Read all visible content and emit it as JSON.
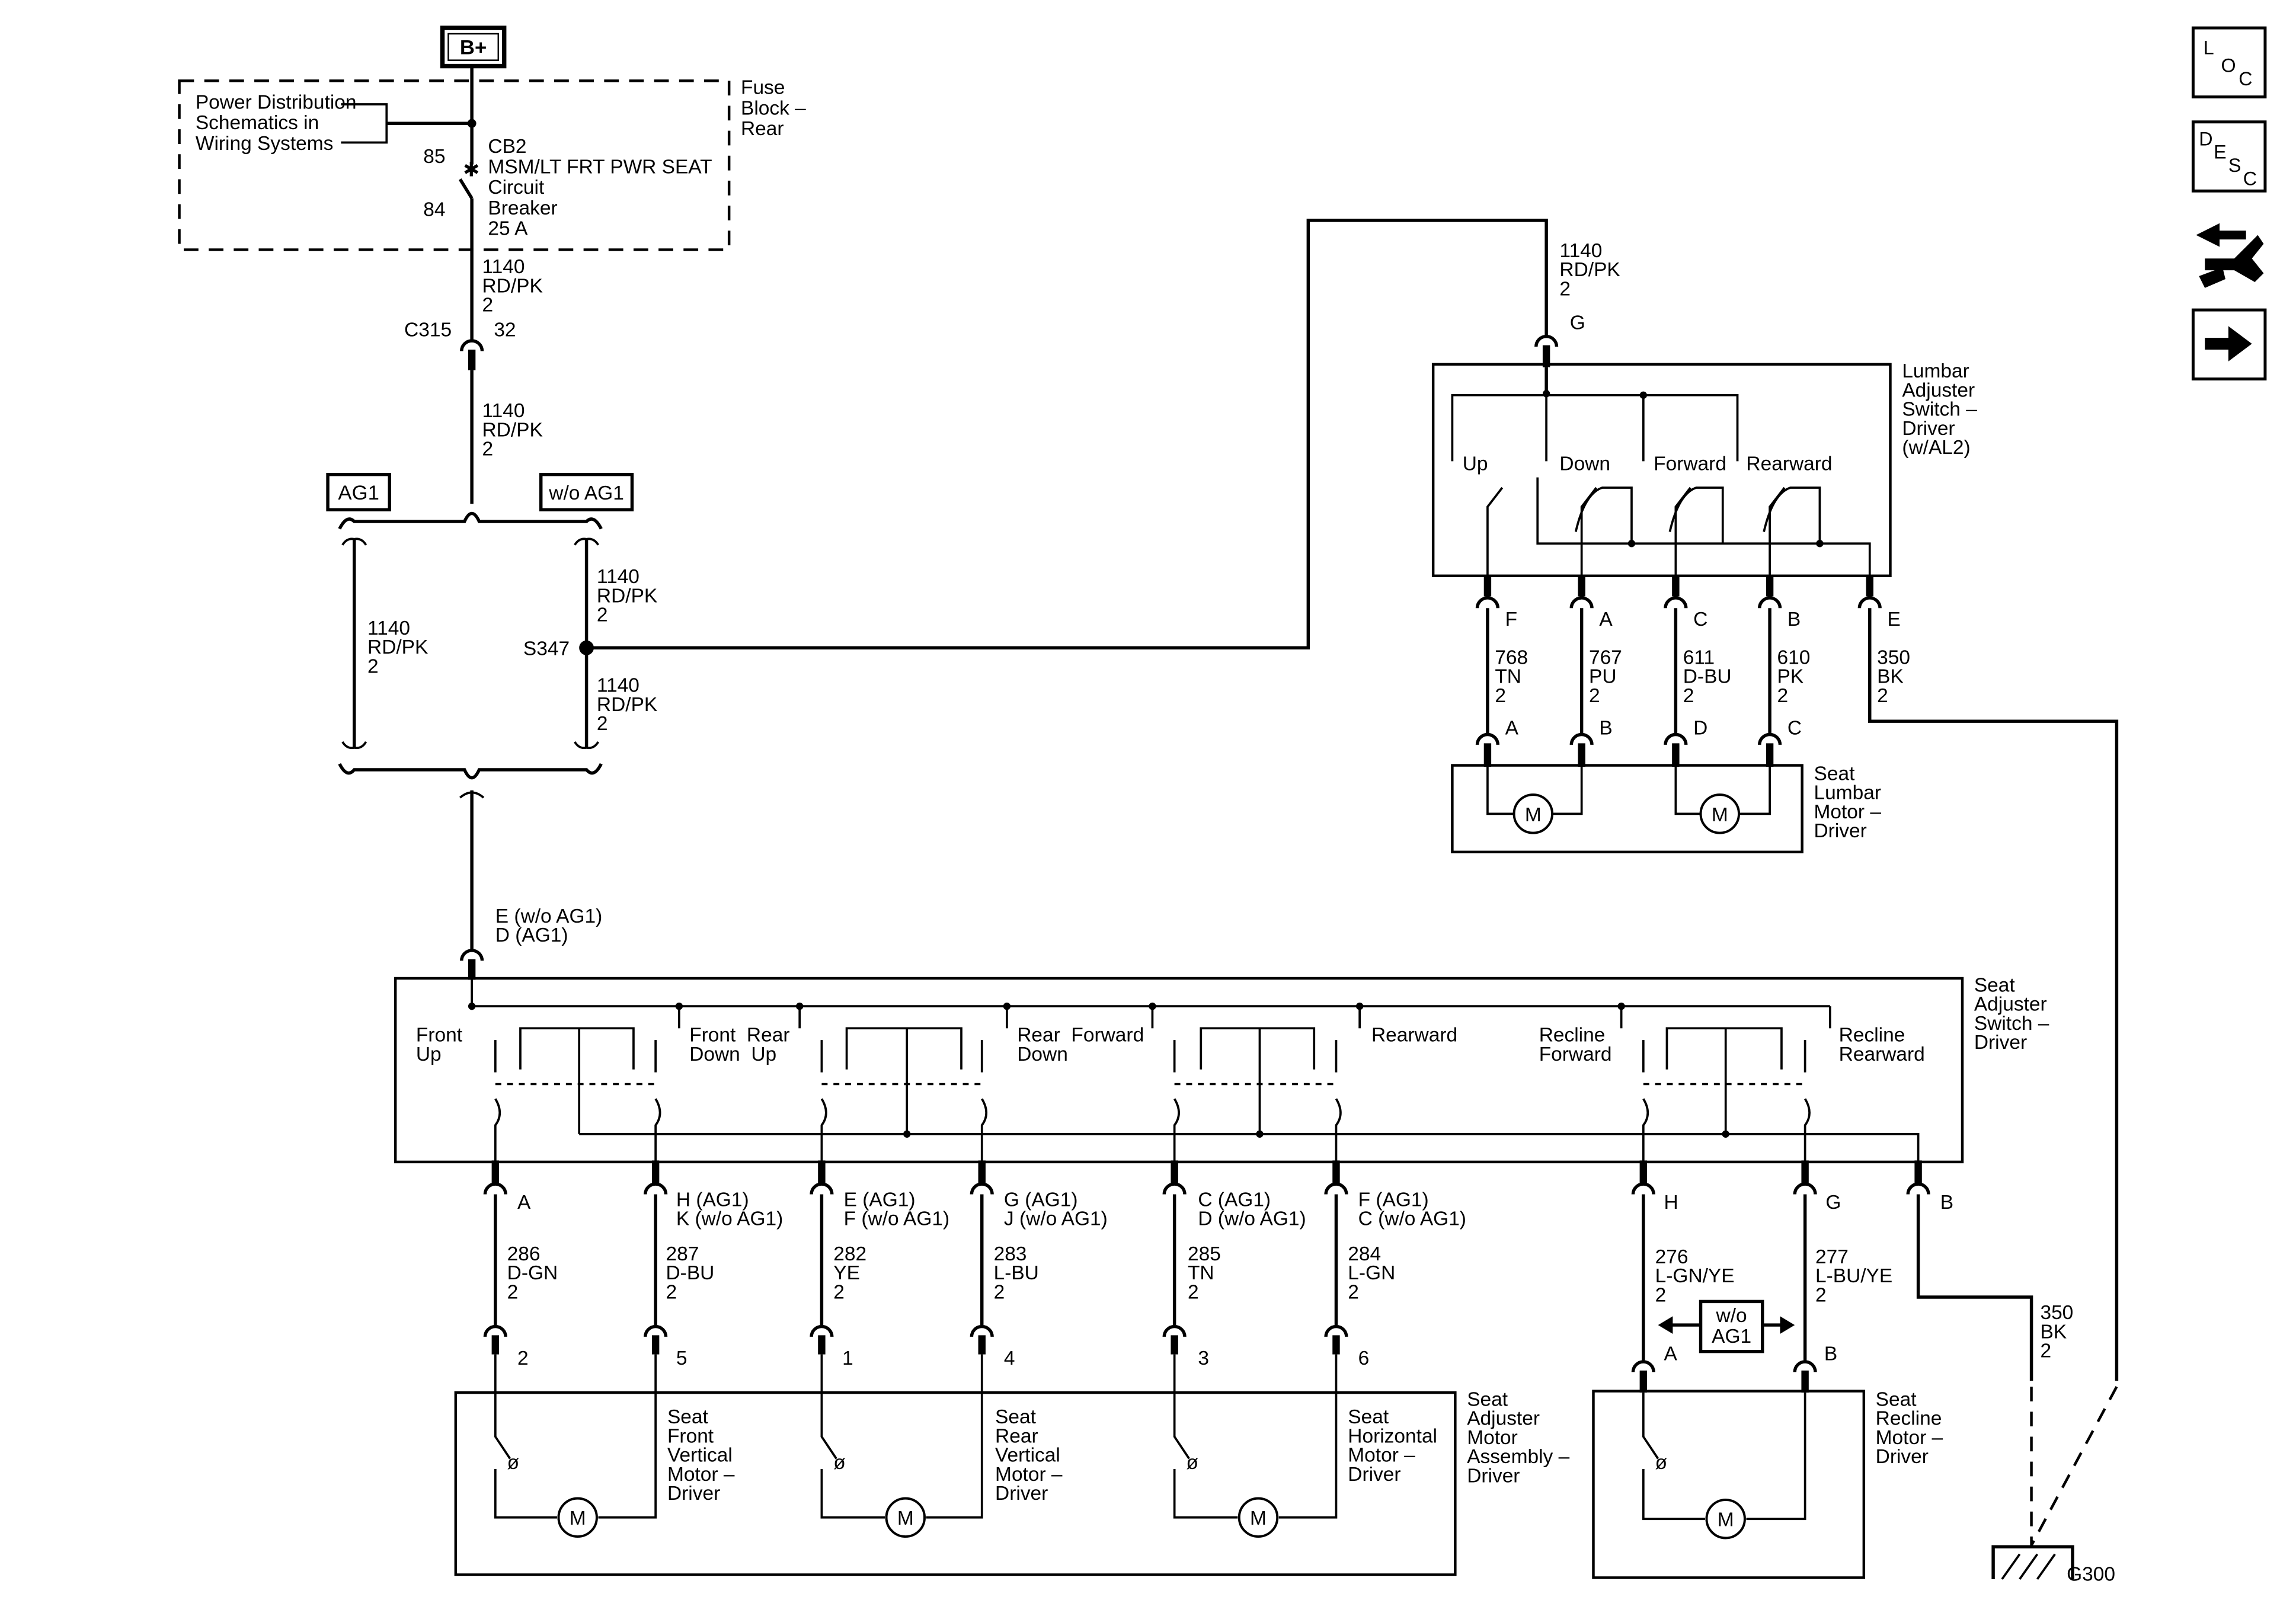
{
  "power": {
    "b_plus": "B+"
  },
  "fuse_block": {
    "ref_lines": [
      "Power Distribution",
      "Schematics in",
      "Wiring Systems"
    ],
    "label_lines": [
      "Fuse",
      "Block –",
      "Rear"
    ],
    "pin_85": "85",
    "pin_84": "84",
    "breaker_lines": [
      "CB2",
      "MSM/LT FRT PWR SEAT",
      "Circuit",
      "Breaker",
      "25 A"
    ]
  },
  "wire_1140": [
    "1140",
    "RD/PK",
    "2"
  ],
  "c315": {
    "name": "C315",
    "pin": "32"
  },
  "options": {
    "ag1": "AG1",
    "wo_ag1": "w/o AG1",
    "wo_ag1_lines": [
      "w/o",
      "AG1"
    ]
  },
  "splice": {
    "name": "S347"
  },
  "seat_switch_conn": [
    "E (w/o AG1)",
    "D (AG1)"
  ],
  "lumbar_switch": {
    "feed_pin": "G",
    "label_lines": [
      "Lumbar",
      "Adjuster",
      "Switch –",
      "Driver",
      "(w/AL2)"
    ],
    "positions": [
      "Up",
      "Down",
      "Forward",
      "Rearward"
    ],
    "pins": [
      "F",
      "A",
      "C",
      "B",
      "E"
    ],
    "wires": [
      [
        "768",
        "TN",
        "2"
      ],
      [
        "767",
        "PU",
        "2"
      ],
      [
        "611",
        "D-BU",
        "2"
      ],
      [
        "610",
        "PK",
        "2"
      ],
      [
        "350",
        "BK",
        "2"
      ]
    ]
  },
  "lumbar_motor": {
    "pins": [
      "A",
      "B",
      "D",
      "C"
    ],
    "label_lines": [
      "Seat",
      "Lumbar",
      "Motor –",
      "Driver"
    ],
    "motor_symbol": "M"
  },
  "seat_switch": {
    "label_lines": [
      "Seat",
      "Adjuster",
      "Switch –",
      "Driver"
    ],
    "labels": [
      [
        "Front",
        "Up"
      ],
      [
        "Front  Rear",
        "Down  Up"
      ],
      [
        "Rear  Forward",
        "Down"
      ],
      [
        "Rearward"
      ],
      [
        "Recline",
        "Forward"
      ],
      [
        "Recline",
        "Rearward"
      ]
    ],
    "pins": [
      [
        "A"
      ],
      [
        "H (AG1)",
        "K (w/o AG1)"
      ],
      [
        "E (AG1)",
        "F (w/o AG1)"
      ],
      [
        "G (AG1)",
        "J (w/o AG1)"
      ],
      [
        "C (AG1)",
        "D (w/o AG1)"
      ],
      [
        "F (AG1)",
        "C (w/o AG1)"
      ],
      [
        "H"
      ],
      [
        "G"
      ],
      [
        "B"
      ]
    ],
    "wires": [
      [
        "286",
        "D-GN",
        "2"
      ],
      [
        "287",
        "D-BU",
        "2"
      ],
      [
        "282",
        "YE",
        "2"
      ],
      [
        "283",
        "L-BU",
        "2"
      ],
      [
        "285",
        "TN",
        "2"
      ],
      [
        "284",
        "L-GN",
        "2"
      ],
      [
        "276",
        "L-GN/YE",
        "2"
      ],
      [
        "277",
        "L-BU/YE",
        "2"
      ],
      [
        "350",
        "BK",
        "2"
      ]
    ]
  },
  "seat_motor_assembly": {
    "pins": [
      "2",
      "5",
      "1",
      "4",
      "3",
      "6"
    ],
    "motors": [
      [
        "Seat",
        "Front",
        "Vertical",
        "Motor –",
        "Driver"
      ],
      [
        "Seat",
        "Rear",
        "Vertical",
        "Motor –",
        "Driver"
      ],
      [
        "Seat",
        "Horizontal",
        "Motor –",
        "Driver"
      ]
    ],
    "label_lines": [
      "Seat",
      "Adjuster",
      "Motor",
      "Assembly –",
      "Driver"
    ]
  },
  "recline_motor": {
    "pins": [
      "A",
      "B"
    ],
    "label_lines": [
      "Seat",
      "Recline",
      "Motor –",
      "Driver"
    ]
  },
  "ground": {
    "name": "G300"
  },
  "nav_icons": {
    "loc": [
      "L",
      "O",
      "C"
    ],
    "desc": [
      "D",
      "E",
      "S",
      "C"
    ]
  }
}
